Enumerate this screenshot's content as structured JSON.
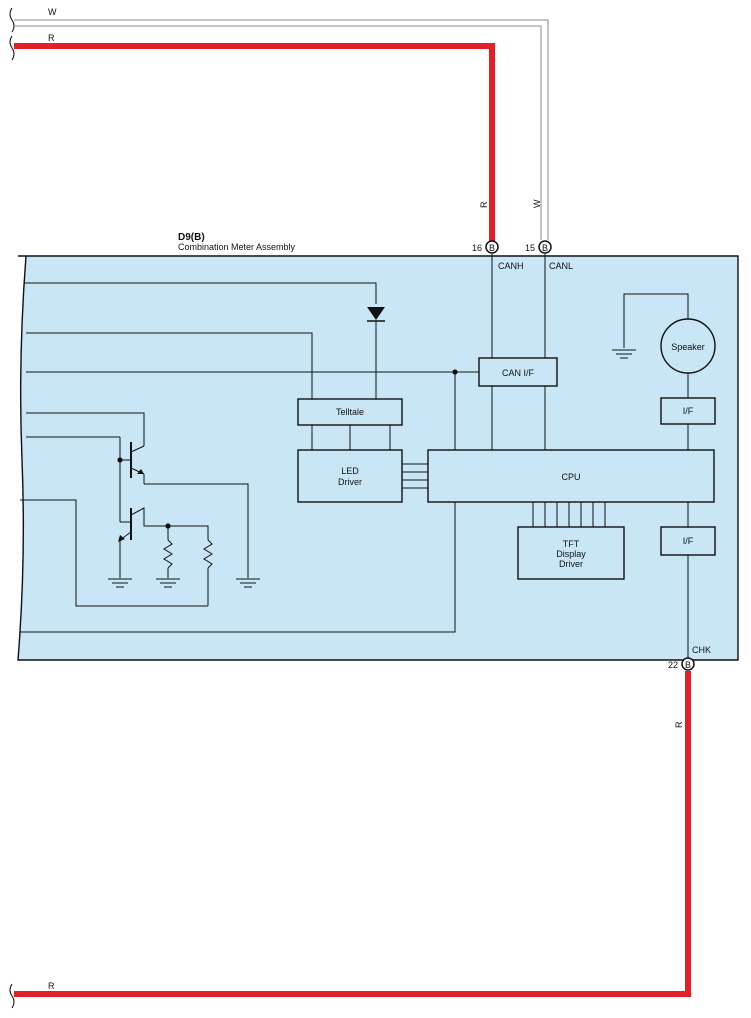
{
  "wires": {
    "w_top_label": "W",
    "r_top_label": "R",
    "r_bottom_label": "R",
    "r_vertical_label": "R",
    "w_vertical_label": "W",
    "r_chk_vertical_label": "R",
    "colors": {
      "red": "#e3202a",
      "white": "#888888"
    }
  },
  "component": {
    "id": "D9(B)",
    "name": "Combination Meter Assembly",
    "fill": "#c8e6f5"
  },
  "pins": [
    {
      "num": "16",
      "connector": "B",
      "signal": "CANH"
    },
    {
      "num": "15",
      "connector": "B",
      "signal": "CANL"
    },
    {
      "num": "22",
      "connector": "B",
      "signal": "CHK"
    }
  ],
  "blocks": {
    "can_if": "CAN I/F",
    "telltale": "Telltale",
    "led_driver_1": "LED",
    "led_driver_2": "Driver",
    "cpu": "CPU",
    "tft_1": "TFT",
    "tft_2": "Display",
    "tft_3": "Driver",
    "if_top": "I/F",
    "if_bottom": "I/F",
    "speaker": "Speaker"
  }
}
